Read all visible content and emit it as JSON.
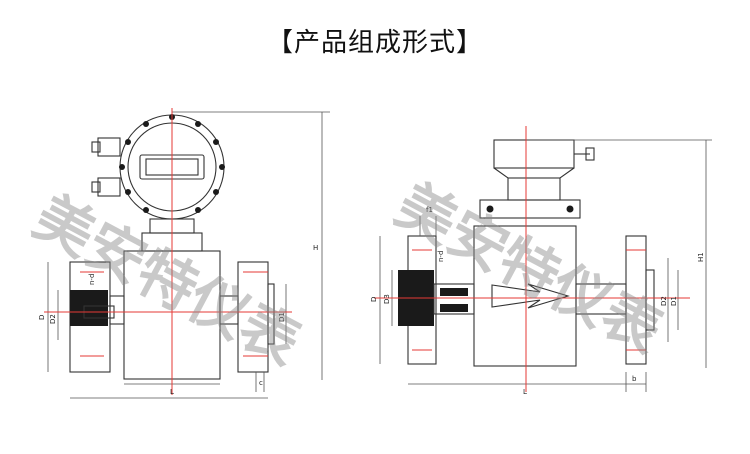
{
  "title": "【产品组成形式】",
  "watermark": "美安特仪表",
  "left_drawing": {
    "labels": {
      "H": "H",
      "D": "D",
      "D2": "D2",
      "D1": "D1",
      "L": "L",
      "n_d": "n-d",
      "c": "c"
    }
  },
  "right_drawing": {
    "labels": {
      "f1": "f1",
      "n_d": "n-d",
      "D": "D",
      "D3": "D3",
      "D2": "D2",
      "D1": "D1",
      "H1": "H1",
      "L": "L",
      "b": "b"
    }
  },
  "colors": {
    "centerline": "#e53935",
    "outline": "#333333",
    "watermark": "#8a8a8a"
  }
}
